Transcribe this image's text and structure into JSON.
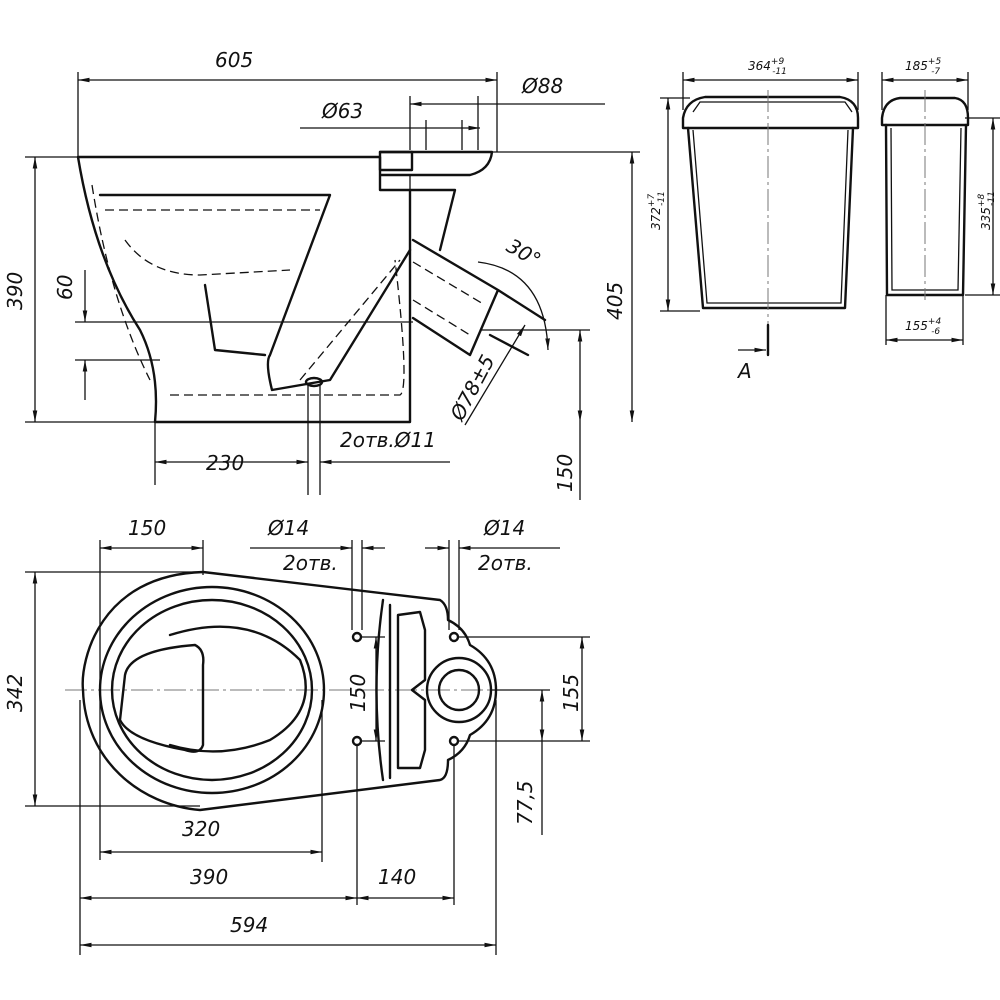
{
  "side_view": {
    "overall_length": "605",
    "diameter_inlet_outer": "Ø88",
    "diameter_inlet_inner": "Ø63",
    "height": "390",
    "outlet_offset": "60",
    "height_to_inlet": "405",
    "outlet_angle": "30°",
    "outlet_diameter": "Ø78±5",
    "mounting_holes": "2отв.Ø11",
    "hole_distance": "230",
    "outlet_height": "150"
  },
  "tank_front": {
    "width": "364",
    "width_tol_upper": "+9",
    "width_tol_lower": "-11",
    "height": "372",
    "height_tol_upper": "+7",
    "height_tol_lower": "-11",
    "section_label": "A"
  },
  "tank_side": {
    "depth_top": "185",
    "depth_top_tol_upper": "+5",
    "depth_top_tol_lower": "-7",
    "height": "335",
    "height_tol_upper": "+8",
    "height_tol_lower": "-11",
    "depth_bottom": "155",
    "depth_bottom_tol_upper": "+4",
    "depth_bottom_tol_lower": "-6"
  },
  "plan_view": {
    "bowl_offset": "150",
    "hole_diameter_left": "Ø14",
    "hole_count_left": "2отв.",
    "hole_diameter_right": "Ø14",
    "hole_count_right": "2отв.",
    "width": "342",
    "hole_spacing_left": "150",
    "hole_spacing_right": "155",
    "half_spacing": "77,5",
    "bowl_width": "320",
    "to_holes": "390",
    "between_holes": "140",
    "overall_length": "594"
  }
}
